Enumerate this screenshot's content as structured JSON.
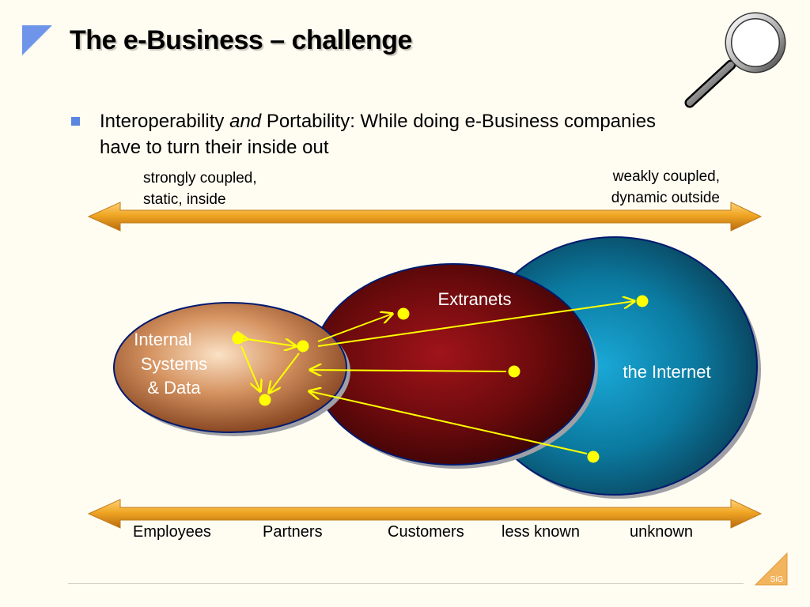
{
  "slide": {
    "title": "The e-Business – challenge",
    "bullet": {
      "term1": "Interoperability",
      "conjunction": "and",
      "rest": "Portability: While doing e-Business companies have to turn their inside out"
    }
  },
  "top_scale": {
    "left_line1": "strongly coupled,",
    "left_line2": "static, inside",
    "right_line1": "weakly coupled,",
    "right_line2": "dynamic outside"
  },
  "circles": {
    "internal_line1": "Internal",
    "internal_line2": "Systems",
    "internal_line3": "& Data",
    "extranets": "Extranets",
    "internet": "the Internet"
  },
  "bottom_scale": {
    "labels": [
      "Employees",
      "Partners",
      "Customers",
      "less known",
      "unknown"
    ]
  },
  "logo": {
    "text": "SiG"
  },
  "colors": {
    "accent_blue": "#5b86e0",
    "arrow_orange": "#f0a623",
    "node_yellow": "#ffff00",
    "extranet_red": "#7a0c0c",
    "internet_teal": "#0b7aa0",
    "internal_copper": "#c07a4a"
  },
  "icons": [
    "corner-triangle-icon",
    "magnifier-icon",
    "bullet-square-icon",
    "logo-icon"
  ]
}
